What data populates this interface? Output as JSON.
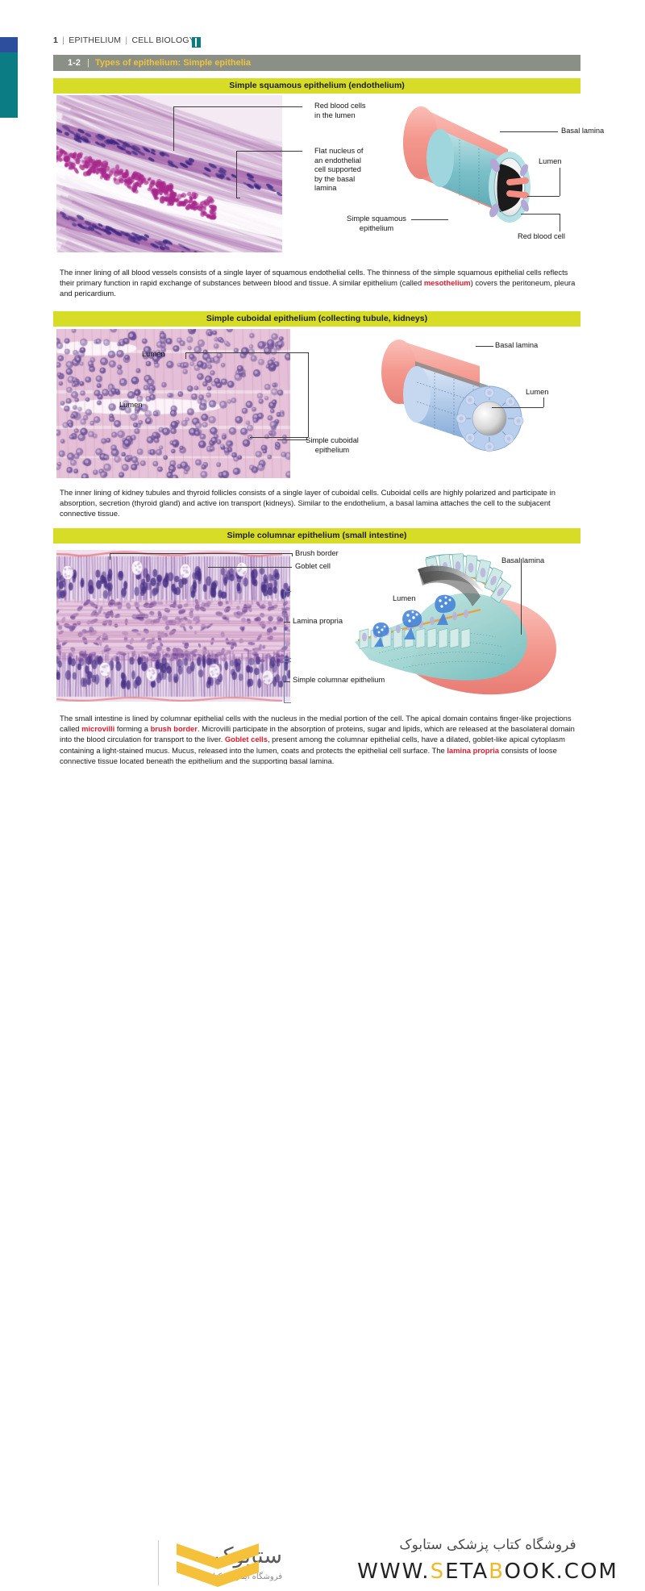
{
  "running_head": {
    "chapter_number": "1",
    "separator": "|",
    "part1": "EPITHELIUM",
    "part2": "CELL BIOLOGY",
    "full": "1 | EPITHELIUM | CELL BIOLOGY"
  },
  "section": {
    "number": "1-2",
    "separator": "|",
    "title": "Types of epithelium: Simple epithelia"
  },
  "panels": [
    {
      "header": "Simple squamous epithelium (endothelium)",
      "labels": {
        "micro_1": "Red blood cells\nin the lumen",
        "micro_2": "Flat nucleus of\nan endothelial\ncell supported\nby the basal\nlamina",
        "diagram_basal_lamina": "Basal lamina",
        "diagram_lumen": "Lumen",
        "diagram_rbc": "Red blood cell",
        "diagram_epithelium": "Simple squamous\nepithelium"
      },
      "caption_plain_1": "The inner lining of all blood vessels consists of a single layer of squamous endothelial cells. The thinness of the simple squamous epithelial cells reflects their primary function in rapid exchange of substances between blood and tissue. A similar epithelium (called ",
      "caption_highlight_1": "mesothelium",
      "caption_plain_2": ") covers the peritoneum, pleura and pericardium."
    },
    {
      "header": "Simple cuboidal epithelium (collecting tubule, kidneys)",
      "labels": {
        "micro_lumen_1": "Lumen",
        "micro_lumen_2": "Lumen",
        "diagram_basal_lamina": "Basal lamina",
        "diagram_lumen": "Lumen",
        "diagram_epithelium": "Simple cuboidal\nepithelium"
      },
      "caption_plain_1": "The inner lining of kidney tubules and thyroid follicles consists of a single layer of cuboidal cells. Cuboidal cells are highly polarized and participate in absorption, secretion (thyroid gland) and active ion transport (kidneys). Similar to the endothelium, a basal lamina attaches the cell to the subjacent connective tissue."
    },
    {
      "header": "Simple columnar epithelium (small intestine)",
      "labels": {
        "brush_border": "Brush border",
        "goblet_cell": "Goblet cell",
        "lamina_propria": "Lamina propria",
        "simple_columnar": "Simple columnar epithelium",
        "diagram_basal_lamina": "Basal lamina",
        "diagram_lumen": "Lumen"
      },
      "caption_segments": [
        {
          "t": "The small intestine is lined by columnar epithelial cells with the nucleus in the medial portion of the cell. The apical domain contains finger-like projections called ",
          "hl": false
        },
        {
          "t": "microvilli",
          "hl": true
        },
        {
          "t": " forming a ",
          "hl": false
        },
        {
          "t": "brush border",
          "hl": true
        },
        {
          "t": ". Microvilli participate in the absorption of proteins, sugar and lipids, which are released at the basolateral domain into the blood circulation for transport to the liver. ",
          "hl": false
        },
        {
          "t": "Goblet cells",
          "hl": true
        },
        {
          "t": ", present among the columnar epithelial cells, have a dilated, goblet-like apical cytoplasm containing a light-stained mucus. Mucus, released into the lumen, coats and protects the epithelial cell surface. The ",
          "hl": false
        },
        {
          "t": "lamina propria",
          "hl": true
        },
        {
          "t": " consists of loose connective tissue located beneath the epithelium and the supporting basal lamina.",
          "hl": false
        }
      ]
    }
  ],
  "footer": {
    "brand_persian": "ستابوک",
    "brand_sub_persian": "فروشگاه اینترنتی کتاب",
    "tagline_persian": "فروشگاه کتاب پزشکی ستابوک",
    "url_prefix": "WWW.",
    "url_s": "S",
    "url_mid1": "ETA",
    "url_b": "B",
    "url_mid2": "OOK.COM",
    "url_full": "WWW.SETABOOK.COM"
  },
  "colors": {
    "section_bar": "#8b9087",
    "section_title": "#f0c33c",
    "panel_header": "#d7dd26",
    "highlight_term": "#e2192c",
    "side_tab": "#0b7b84",
    "side_tab_top": "#2d4e9c",
    "diagram_basal_lamina": "#f2a09a",
    "diagram_squamous": "#7fc6cf",
    "diagram_cuboidal": "#aec6e8",
    "diagram_columnar": "#a8d8d4",
    "brand_gold": "#f2b826"
  }
}
